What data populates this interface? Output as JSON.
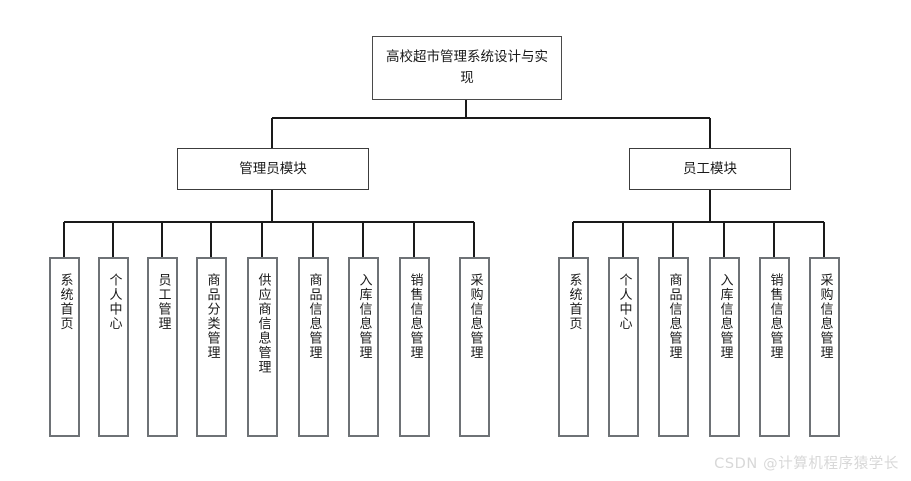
{
  "diagram": {
    "type": "organization-tree",
    "title_text": "高校超市管理系统设计与实现",
    "root": {
      "label": "高校超市管理系统设计与实现"
    },
    "modules": [
      {
        "label": "管理员模块"
      },
      {
        "label": "员工模块"
      }
    ],
    "admin_leaves": [
      {
        "label": "系统首页"
      },
      {
        "label": "个人中心"
      },
      {
        "label": "员工管理"
      },
      {
        "label": "商品分类管理"
      },
      {
        "label": "供应商信息管理"
      },
      {
        "label": "商品信息管理"
      },
      {
        "label": "入库信息管理"
      },
      {
        "label": "销售信息管理"
      },
      {
        "label": "采购信息管理"
      }
    ],
    "staff_leaves": [
      {
        "label": "系统首页"
      },
      {
        "label": "个人中心"
      },
      {
        "label": "商品信息管理"
      },
      {
        "label": "入库信息管理"
      },
      {
        "label": "销售信息管理"
      },
      {
        "label": "采购信息管理"
      }
    ],
    "colors": {
      "background": "#ffffff",
      "root_border": "#4a4a4a",
      "module_border": "#3c3c3c",
      "leaf_border": "#6e7276",
      "connector": "#1a1a1a",
      "text": "#1a1a1a",
      "watermark": "#d8d8d8"
    }
  },
  "watermark": {
    "text": "CSDN @计算机程序猿学长"
  }
}
